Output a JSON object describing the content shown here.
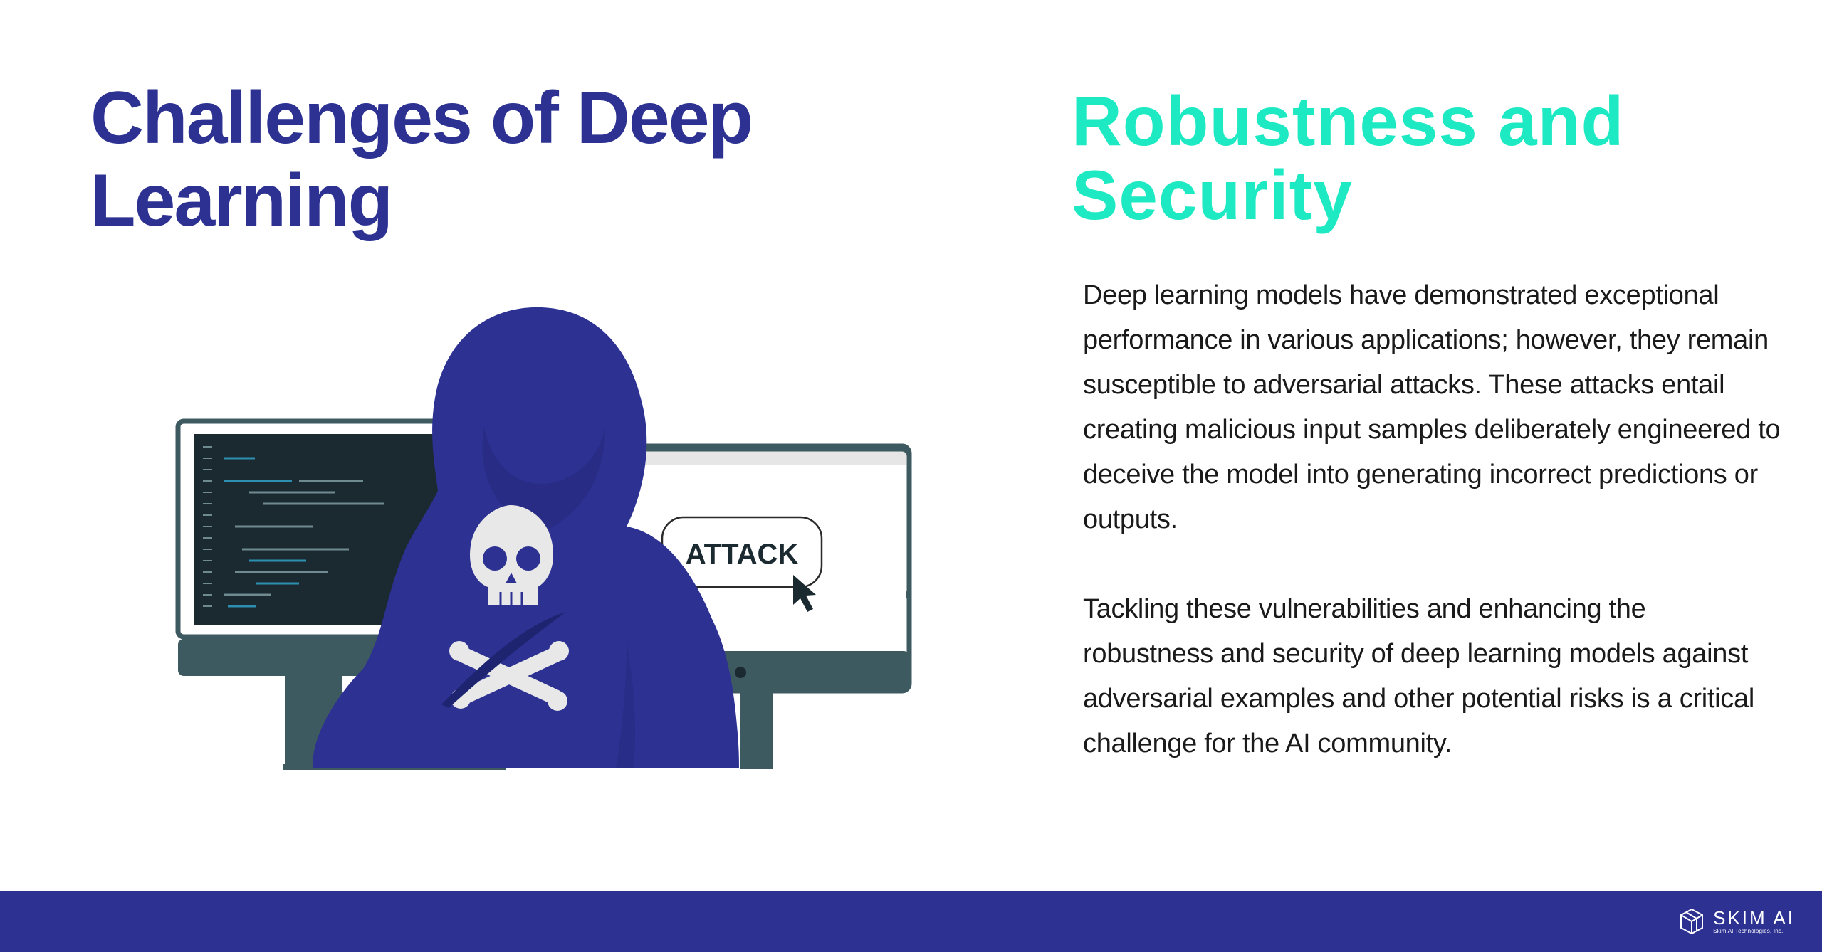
{
  "header": {
    "title": "Challenges of Deep Learning"
  },
  "section": {
    "title": "Robustness and Security",
    "paragraphs": [
      "Deep learning models have demonstrated exceptional performance in various applications; however, they remain susceptible to adversarial attacks. These attacks entail creating malicious input samples deliberately engineered to deceive the model into generating incorrect predictions or outputs.",
      "Tackling these vulnerabilities and enhancing the robustness and security of deep learning models against adversarial examples and other potential risks is a critical challenge for the AI community."
    ]
  },
  "illustration": {
    "button_label": "ATTACK",
    "icons": [
      "hooded-hacker-icon",
      "skull-crossbones-icon",
      "cursor-arrow-icon",
      "code-monitor-icon",
      "browser-monitor-icon"
    ]
  },
  "footer": {
    "brand_name": "SKIM AI",
    "brand_sub": "Skim AI Technologies, Inc.",
    "logo_icon": "skim-ai-logo-icon"
  },
  "colors": {
    "primary": "#2c3192",
    "accent": "#1de9c3",
    "text": "#1a1a1a",
    "monitor_frame": "#3d5a60",
    "code_screen": "#1b2a30"
  }
}
